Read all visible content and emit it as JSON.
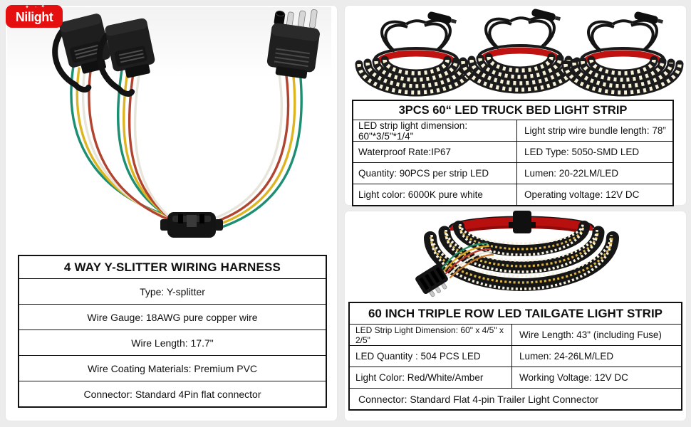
{
  "brand": {
    "name": "Nilight"
  },
  "colors": {
    "brand_red": "#e60f0f",
    "page_bg": "#ececec",
    "panel_bg": "#ffffff",
    "table_border": "#111111",
    "strip_backing_red": "#bb1010",
    "wire_white": "#eceae2",
    "wire_yellow": "#ddb422",
    "wire_green": "#1c8f72",
    "wire_red": "#b04430"
  },
  "harness": {
    "table": {
      "title": "4 WAY Y-SLITTER WIRING HARNESS",
      "rows": [
        "Type: Y-splitter",
        "Wire Gauge: 18AWG pure copper wire",
        "Wire Length: 17.7\"",
        "Wire Coating Materials: Premium PVC",
        "Connector: Standard 4Pin flat connector"
      ]
    }
  },
  "truckbed": {
    "table": {
      "title": "3PCS 60“ LED TRUCK BED LIGHT STRIP",
      "rows": [
        [
          "LED strip light dimension: 60\"*3/5\"*1/4\"",
          "Light strip wire bundle length: 78”"
        ],
        [
          "Waterproof Rate:IP67",
          "LED Type: 5050-SMD LED"
        ],
        [
          "Quantity: 90PCS per strip LED",
          "Lumen: 20-22LM/LED"
        ],
        [
          "Light color: 6000K pure white",
          "Operating voltage: 12V DC"
        ]
      ]
    }
  },
  "tailgate": {
    "table": {
      "title": "60 INCH TRIPLE ROW LED TAILGATE LIGHT STRIP",
      "rows": [
        [
          "LED Strip Light Dimension: 60\" x 4/5\" x 2/5\"",
          "Wire Length: 43\" (including Fuse)"
        ],
        [
          "LED Quantity : 504 PCS LED",
          "Lumen: 24-26LM/LED"
        ],
        [
          "Light Color: Red/White/Amber",
          "Working Voltage: 12V DC"
        ]
      ],
      "footer": "Connector: Standard Flat 4-pin Trailer Light Connector"
    }
  }
}
